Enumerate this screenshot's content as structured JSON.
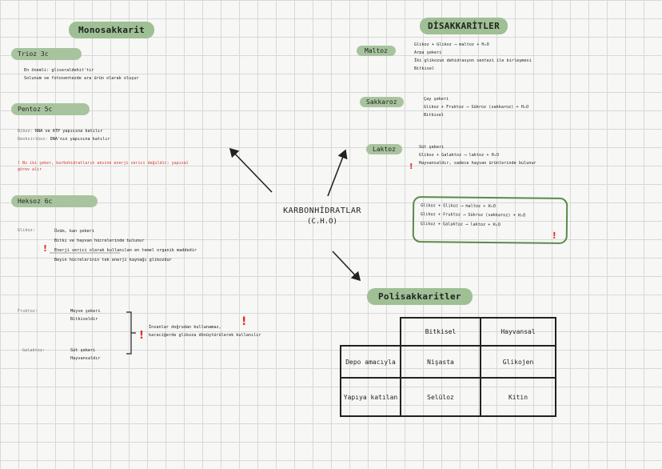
{
  "center": {
    "title": "KARBONHİDRATLAR",
    "formula": "(C.H.O)"
  },
  "mono": {
    "heading": "Monosakkarit",
    "trioz": {
      "title": "Trioz 3c",
      "lines": [
        "En önemli: gliseraldehit'tir",
        "Solunum ve fotosentezde ara ürün olarak oluşur"
      ]
    },
    "pentoz": {
      "title": "Pentoz 5c",
      "lines": [
        {
          "label": "Riboz:",
          "text": "RNA ve ATP yapısına katılır"
        },
        {
          "label": "Deoksiriboz:",
          "text": "DNA'nın yapısına katılır"
        }
      ],
      "note": "Bu iki şeker, karbohidratların aksine enerji verici değildir; yapısal görev alır",
      "note_mark": "!"
    },
    "heksoz": {
      "title": "Heksoz 6c",
      "glikoz_label": "Glikoz:",
      "glikoz_lines": [
        "Üzüm, kan şekeri",
        "Bitki ve hayvan hücrelerinde bulunur",
        "Enerji verici olarak kullanılan en temel organik maddedir",
        "Beyin hücrelerinin tek enerji kaynağı glikozdur"
      ],
      "fruktoz_label": "Fruktoz:",
      "fruktoz_lines": [
        "Meyve şekeri",
        "Bitkiseldir"
      ],
      "galaktoz_label": "Galaktoz:",
      "galaktoz_lines": [
        "Süt şekeri",
        "Hayvansaldır"
      ],
      "brace_note": [
        "İnsanlar doğrudan kullanamaz,",
        "karaciğerde glikoza dönüştürülerek kullanılır"
      ]
    }
  },
  "di": {
    "heading": "DİSAKKARİTLER",
    "maltoz": {
      "label": "Maltoz",
      "lines": [
        "Glikoz + Glikoz ⟶ maltoz + H₂O",
        "Arpa şekeri",
        "İki glikozun dehidrasyon sentezi ile birleşmesi",
        "Bitkisel"
      ]
    },
    "sakkaroz": {
      "label": "Sakkaroz",
      "lines": [
        "Çay şekeri",
        "Glikoz + Fruktoz ⟶ Sükroz (sakkaroz) + H₂O",
        "Bitkisel"
      ]
    },
    "laktoz": {
      "label": "Laktoz",
      "lines": [
        "Süt şekeri",
        "Glikoz + Galaktoz ⟶ laktoz + H₂O",
        "Hayvansaldır, sadece hayvan ürünlerinde bulunur"
      ]
    },
    "summary": [
      "Glikoz + Glikoz ⟶ maltoz + H₂O",
      "Glikoz + Fruktoz ⟶ Sükroz (sakkaroz) + H₂O",
      "Glikoz + Galaktoz ⟶ laktoz + H₂O"
    ]
  },
  "poli": {
    "heading": "Polisakkaritler",
    "col_headers": [
      "Bitkisel",
      "Hayvansal"
    ],
    "rows": [
      {
        "label": "Depo amacıyla",
        "cells": [
          "Nişasta",
          "Glikojen"
        ]
      },
      {
        "label": "Yapıya katılan",
        "cells": [
          "Selüloz",
          "Kitin"
        ]
      }
    ]
  }
}
